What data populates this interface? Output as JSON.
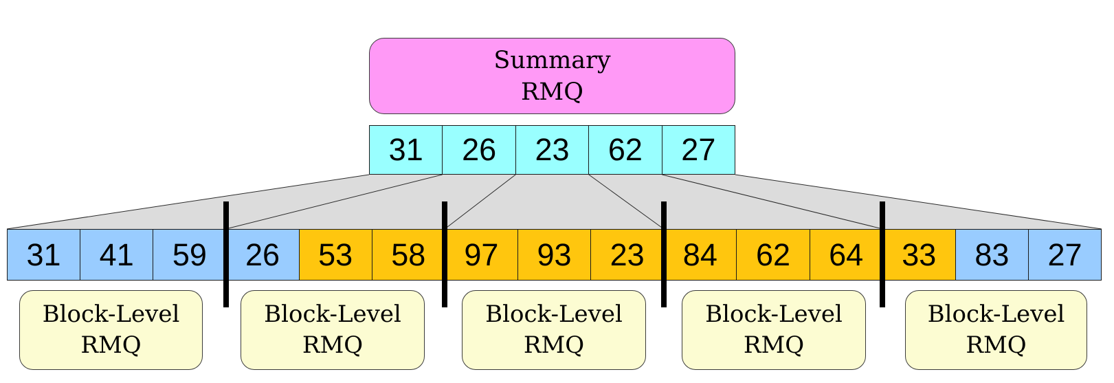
{
  "summary_box": {
    "line1": "Summary",
    "line2": "RMQ"
  },
  "summary_array": {
    "cells": [
      "31",
      "26",
      "23",
      "62",
      "27"
    ]
  },
  "main_array": {
    "cells": [
      {
        "value": "31",
        "color": "blue"
      },
      {
        "value": "41",
        "color": "blue"
      },
      {
        "value": "59",
        "color": "blue"
      },
      {
        "value": "26",
        "color": "blue"
      },
      {
        "value": "53",
        "color": "orange"
      },
      {
        "value": "58",
        "color": "orange"
      },
      {
        "value": "97",
        "color": "orange"
      },
      {
        "value": "93",
        "color": "orange"
      },
      {
        "value": "23",
        "color": "orange"
      },
      {
        "value": "84",
        "color": "orange"
      },
      {
        "value": "62",
        "color": "orange"
      },
      {
        "value": "64",
        "color": "orange"
      },
      {
        "value": "33",
        "color": "orange"
      },
      {
        "value": "83",
        "color": "blue"
      },
      {
        "value": "27",
        "color": "blue"
      }
    ],
    "cells_per_block": 3
  },
  "block_level_boxes": [
    {
      "line1": "Block-Level",
      "line2": "RMQ"
    },
    {
      "line1": "Block-Level",
      "line2": "RMQ"
    },
    {
      "line1": "Block-Level",
      "line2": "RMQ"
    },
    {
      "line1": "Block-Level",
      "line2": "RMQ"
    },
    {
      "line1": "Block-Level",
      "line2": "RMQ"
    }
  ],
  "colors": {
    "pink": "#FF99F6",
    "cyan": "#99FFFF",
    "blue": "#99CCFF",
    "orange": "#FFC60E",
    "yellow": "#FCFCD2",
    "gray": "#DCDCDC"
  }
}
